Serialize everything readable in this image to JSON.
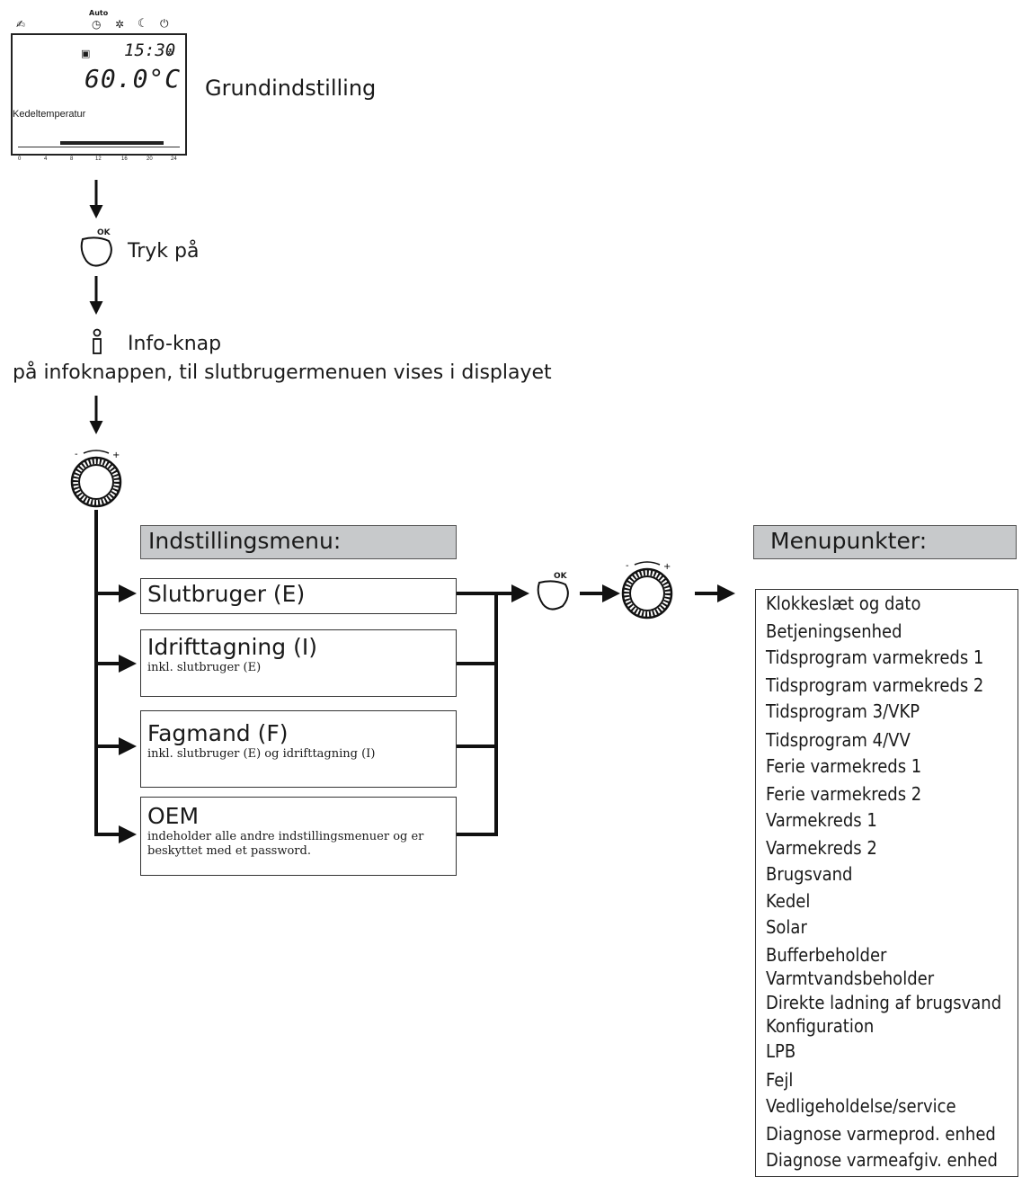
{
  "display": {
    "mode_label_auto": "Auto",
    "time": "15:30",
    "temperature": "60.0°C",
    "caption": "Kedeltemperatur",
    "ticks": [
      "0",
      "4",
      "8",
      "12",
      "16",
      "20",
      "24"
    ]
  },
  "steps": {
    "basic_setting": "Grundindstilling",
    "ok_label": "OK",
    "press": "Tryk på",
    "info_button": "Info-knap",
    "info_instruction": "på infoknappen, til slutbrugermenuen vises i displayet"
  },
  "settings_menu": {
    "header": "Indstillingsmenu:",
    "levels": [
      {
        "title": "Slutbruger (E)",
        "subtitle": ""
      },
      {
        "title": "Idrifttagning (I)",
        "subtitle": "inkl. slutbruger (E)"
      },
      {
        "title": "Fagmand (F)",
        "subtitle": "inkl. slutbruger (E) og idrifttagning (I)"
      },
      {
        "title": "OEM",
        "subtitle": "indeholder alle andre indstillingsmenuer og er beskyttet med et password."
      }
    ]
  },
  "menu_items": {
    "header": "Menupunkter:",
    "items": [
      "Klokkeslæt og dato",
      "Betjeningsenhed",
      "Tidsprogram varmekreds 1",
      "Tidsprogram varmekreds 2",
      "Tidsprogram 3/VKP",
      "Tidsprogram 4/VV",
      "Ferie varmekreds 1",
      "Ferie varmekreds 2",
      "Varmekreds 1",
      "Varmekreds 2",
      "Brugsvand",
      "Kedel",
      "Solar",
      "Bufferbeholder",
      "Varmtvandsbeholder",
      "Direkte ladning af brugsvand",
      "Konfiguration",
      "LPB",
      "Fejl",
      "Vedligeholdelse/service",
      "Diagnose varmeprod. enhed",
      "Diagnose varmeafgiv. enhed"
    ]
  }
}
